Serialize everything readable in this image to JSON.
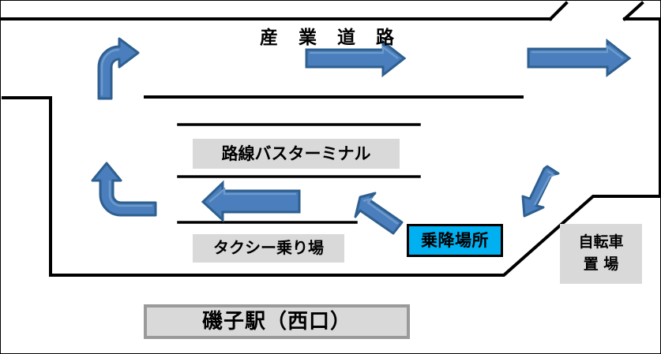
{
  "map": {
    "title": "磯子駅（西口）",
    "road_name": "産 業 道 路",
    "areas": {
      "bus_terminal": "路線バスターミナル",
      "taxi_stand": "タクシー乗り場",
      "bicycle_parking_line1": "自転車",
      "bicycle_parking_line2": "置 場",
      "boarding_point": "乗降場所",
      "station_name": "磯子駅（西口）"
    },
    "colors": {
      "arrow_fill": "#4a7ebc",
      "arrow_fill_light": "#5b8cc4",
      "arrow_stroke": "#2e5f8f",
      "highlight_box_fill": "#00b0f0",
      "gray_box_fill": "#d9d9d9",
      "gray_box_border": "#9a9a9a",
      "road_line": "#000000",
      "background": "#ffffff"
    },
    "arrows": [
      {
        "name": "road-arrow-east-inner",
        "direction": "east",
        "label": ""
      },
      {
        "name": "road-arrow-east-outer",
        "direction": "east",
        "label": ""
      },
      {
        "name": "arrow-curve-up-right",
        "direction": "up-then-right",
        "label": ""
      },
      {
        "name": "arrow-curve-right-up",
        "direction": "right-then-up",
        "label": ""
      },
      {
        "name": "arrow-west",
        "direction": "west",
        "label": ""
      },
      {
        "name": "arrow-diagonal-up-left",
        "direction": "up-left",
        "label": ""
      },
      {
        "name": "arrow-diagonal-down-left",
        "direction": "down-left",
        "label": ""
      }
    ]
  }
}
